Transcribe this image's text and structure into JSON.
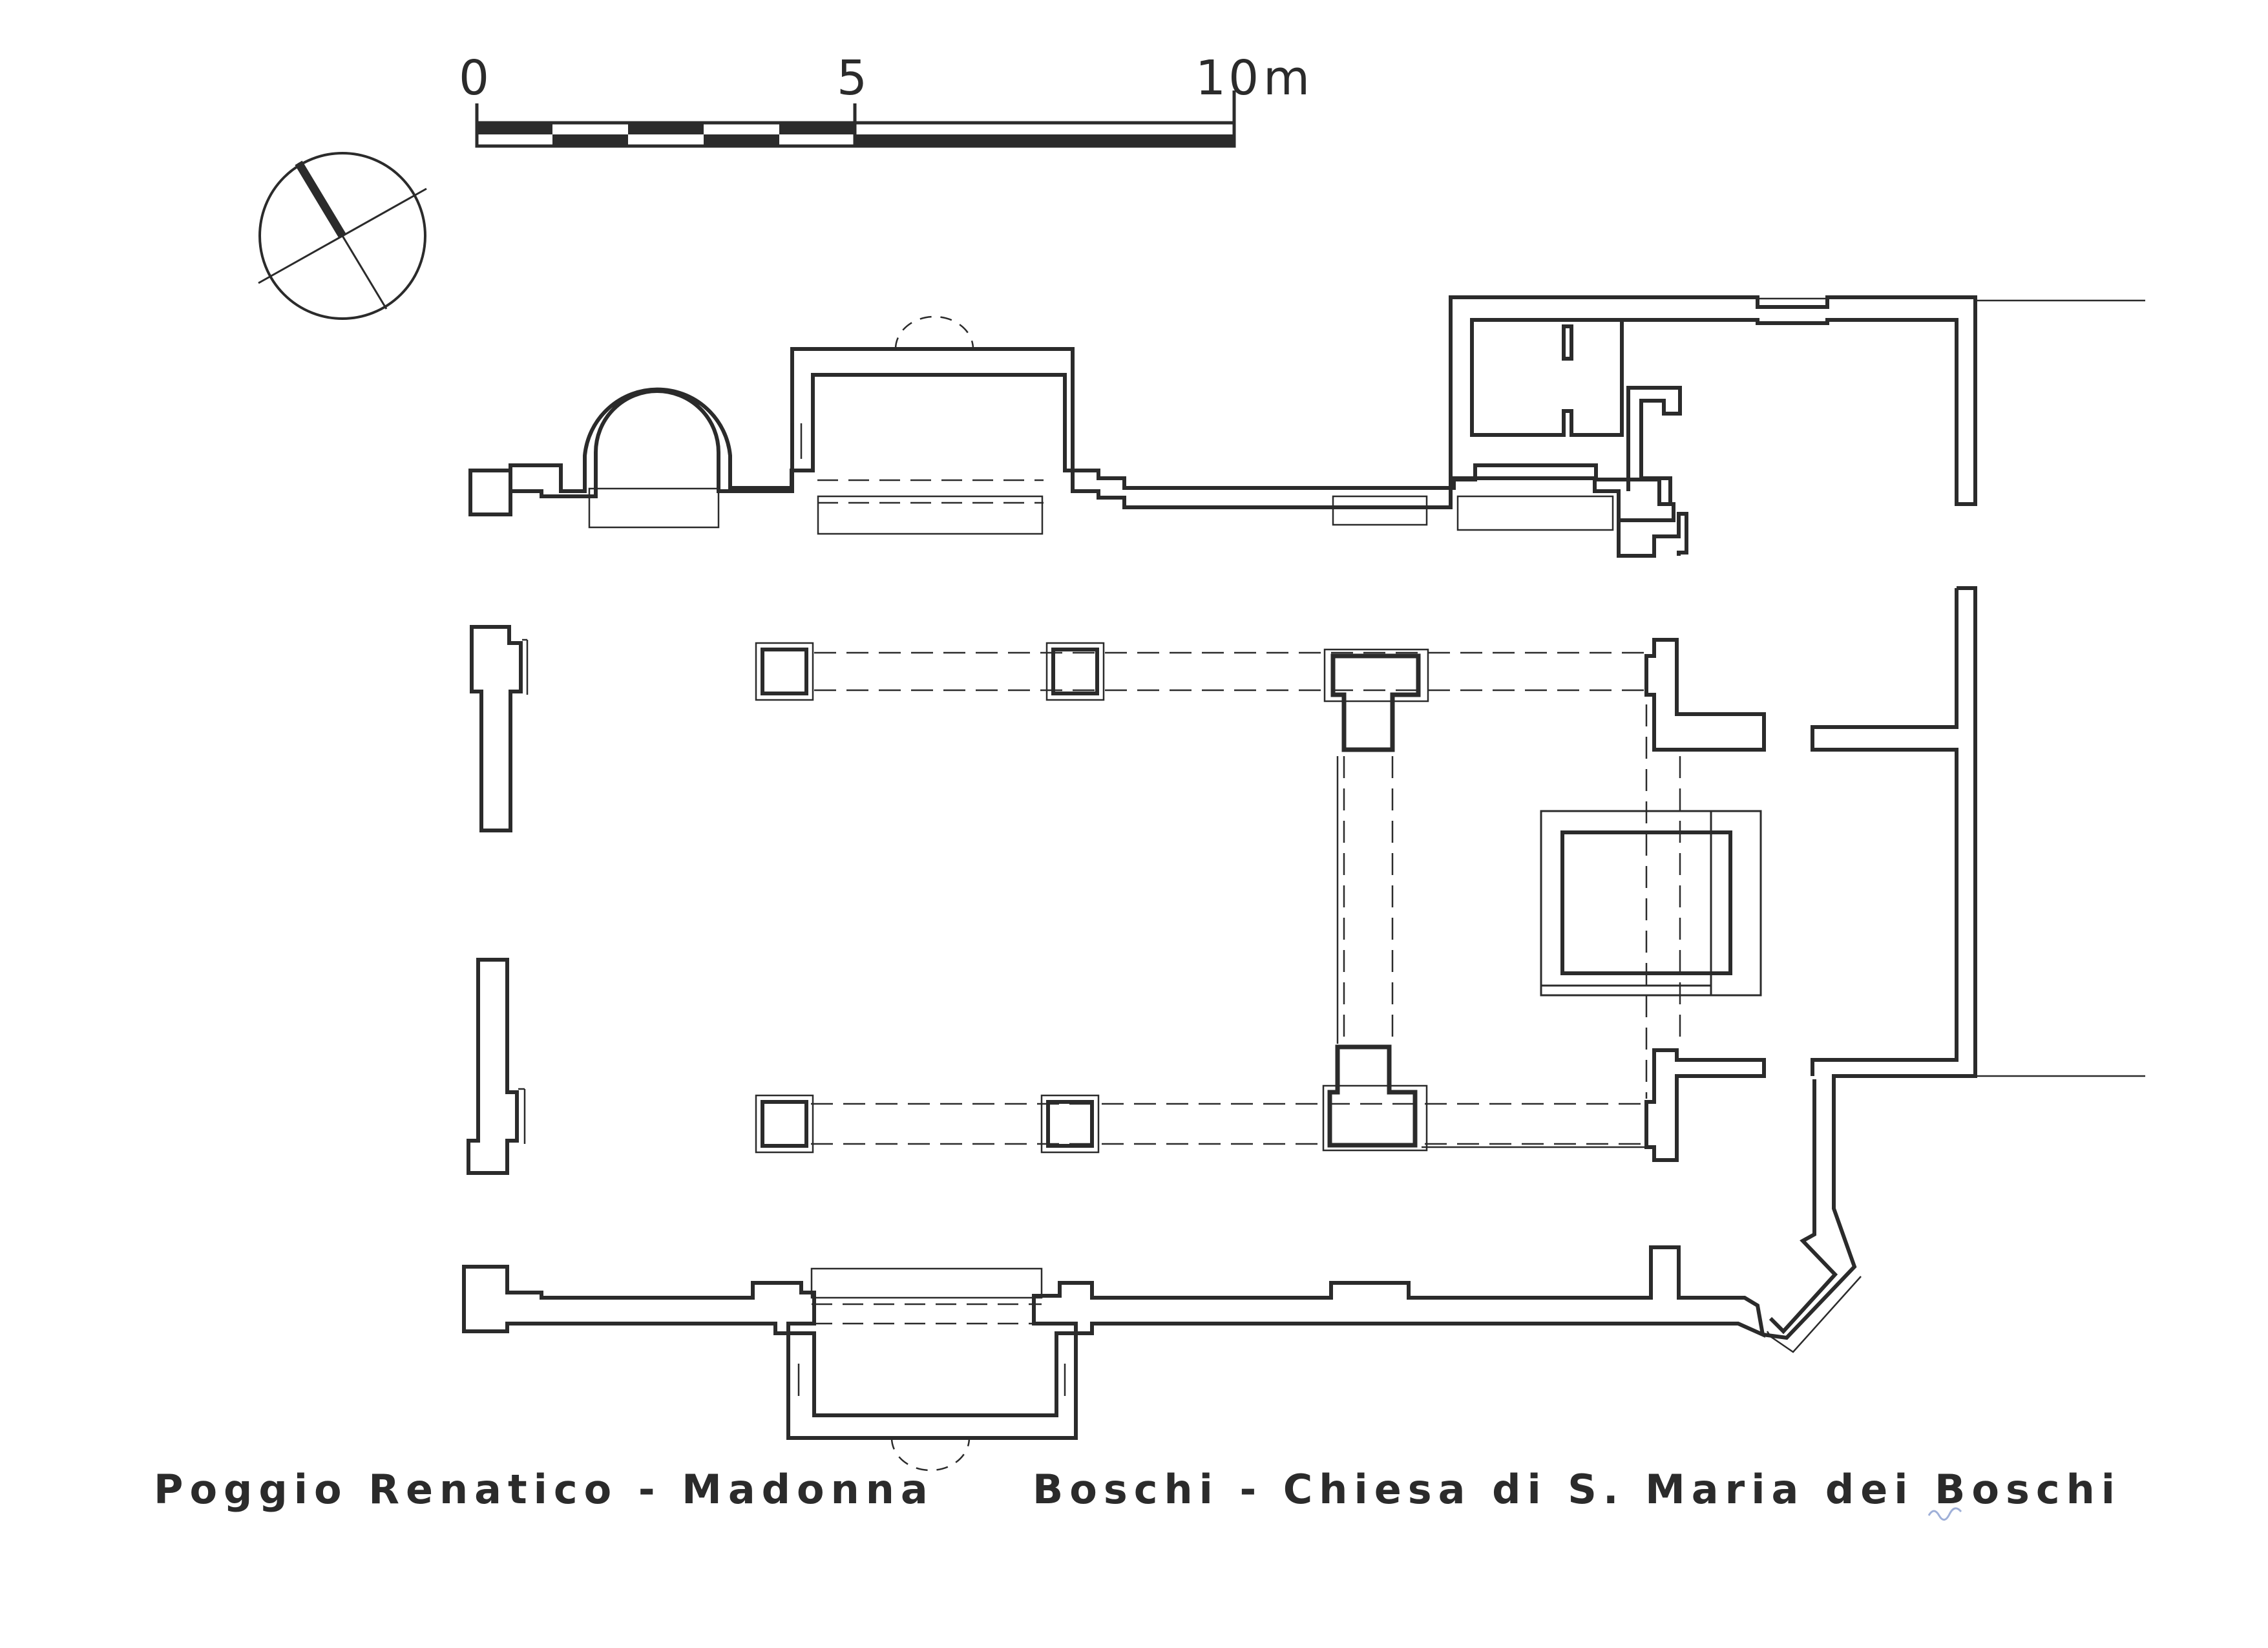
{
  "scale_bar": {
    "labels": {
      "zero": "0",
      "five": "5",
      "ten": "10",
      "unit": "m"
    }
  },
  "north_arrow": {
    "icon": "north-arrow-icon"
  },
  "captions": {
    "left": "Poggio Renatico - Madonna",
    "right": "Boschi - Chiesa di S. Maria dei Boschi"
  },
  "colors": {
    "ink": "#2b2b2b",
    "paper": "#ffffff",
    "pencil_mark": "#9fb0d8"
  }
}
